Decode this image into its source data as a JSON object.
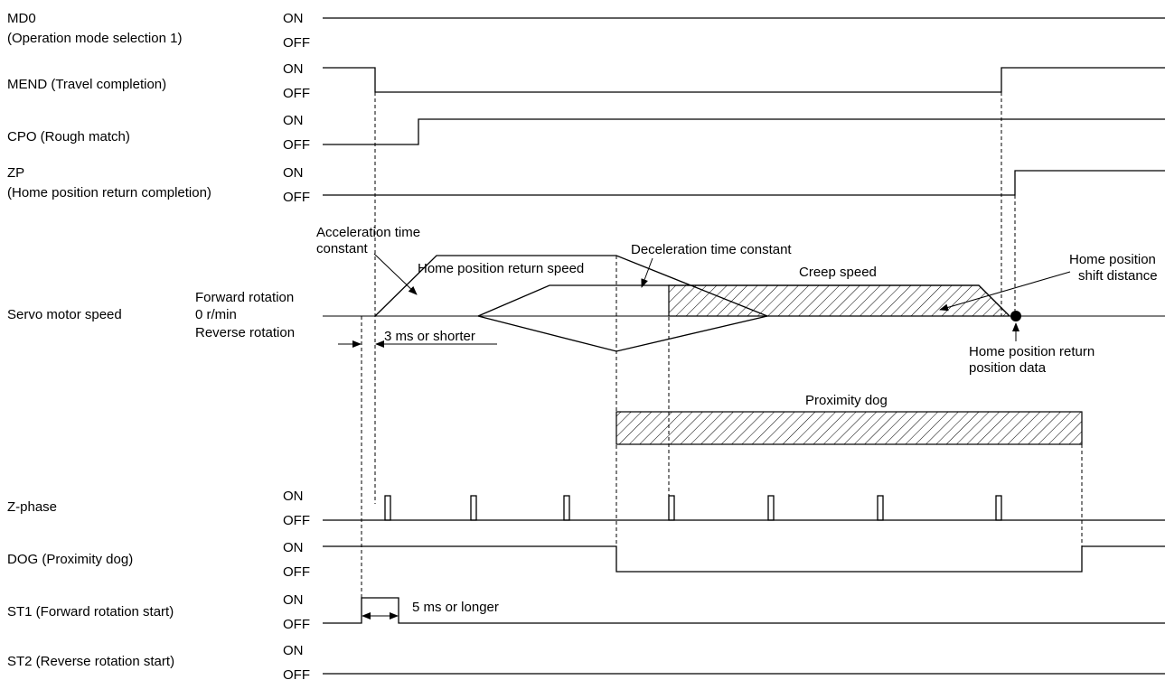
{
  "signals": {
    "md0": {
      "name": "MD0",
      "desc": "(Operation mode selection 1)"
    },
    "mend": {
      "name": "MEND (Travel completion)"
    },
    "cpo": {
      "name": "CPO (Rough match)"
    },
    "zp": {
      "name": "ZP",
      "desc": "(Home position return completion)"
    },
    "servo": {
      "name": "Servo motor speed"
    },
    "zphase": {
      "name": "Z-phase"
    },
    "dog": {
      "name": "DOG (Proximity dog)"
    },
    "st1": {
      "name": "ST1 (Forward rotation start)"
    },
    "st2": {
      "name": "ST2 (Reverse rotation start)"
    }
  },
  "levels": {
    "on": "ON",
    "off": "OFF"
  },
  "speed_axis": {
    "forward": "Forward rotation",
    "zero": "0 r/min",
    "reverse": "Reverse rotation"
  },
  "annotations": {
    "accel_line1": "Acceleration time",
    "accel_line2": "constant",
    "home_return_speed": "Home position return speed",
    "decel": "Deceleration time constant",
    "creep": "Creep speed",
    "shift_line1": "Home position",
    "shift_line2": "shift distance",
    "three_ms": "3 ms or shorter",
    "return_data_line1": "Home position return",
    "return_data_line2": "position data",
    "proximity_dog": "Proximity dog",
    "five_ms": "5 ms or longer"
  }
}
